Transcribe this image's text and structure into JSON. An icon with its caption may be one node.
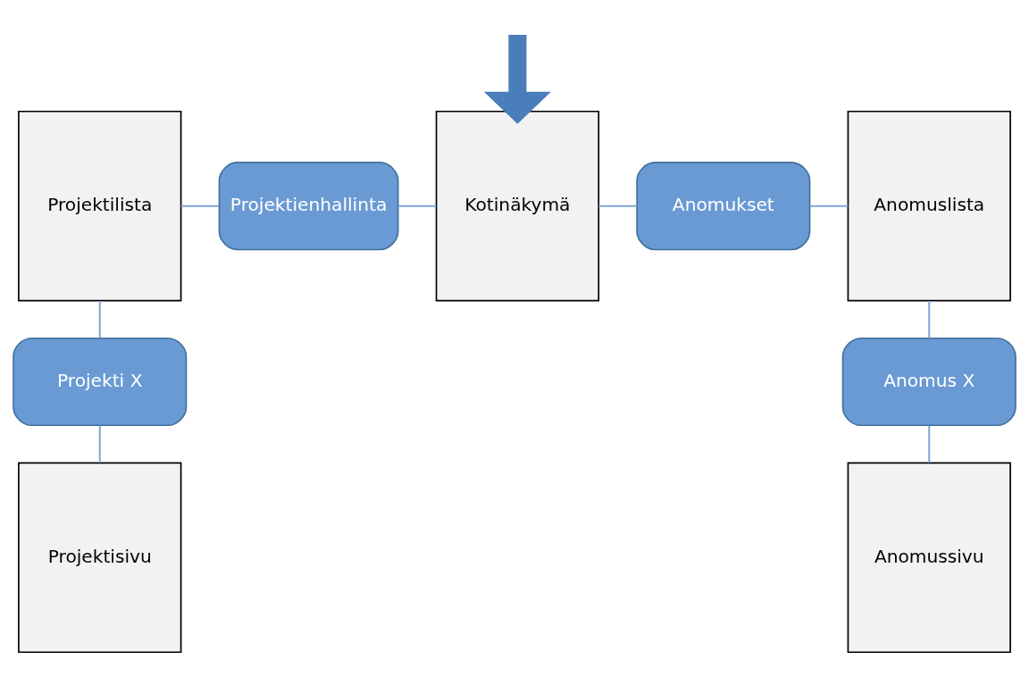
{
  "diagram": {
    "nodes": [
      {
        "text": [
          "Projektilista"
        ]
      },
      {
        "text": [
          "Projektienhallinta"
        ]
      },
      {
        "text": [
          "Kotinäkymä"
        ]
      },
      {
        "text": [
          "Anomukset"
        ]
      },
      {
        "text": [
          "Anomuslista"
        ]
      },
      {
        "text": [
          "Projekti X"
        ]
      },
      {
        "text": [
          "Projektisivu"
        ]
      },
      {
        "text": [
          "Anomus X"
        ]
      },
      {
        "text": [
          "Anomussivu"
        ]
      }
    ],
    "edges": [
      {
        "from": null,
        "to": 2,
        "arrow": "to",
        "style": "thick",
        "color": "#4a7ebb"
      },
      {
        "from": 0,
        "to": 1,
        "arrow": "none"
      },
      {
        "from": 1,
        "to": 2,
        "arrow": "none"
      },
      {
        "from": 2,
        "to": 3,
        "arrow": "none"
      },
      {
        "from": 3,
        "to": 4,
        "arrow": "none"
      },
      {
        "from": 0,
        "to": 5,
        "arrow": "none"
      },
      {
        "from": 5,
        "to": 6,
        "arrow": "none"
      },
      {
        "from": 4,
        "to": 7,
        "arrow": "none"
      },
      {
        "from": 7,
        "to": 8,
        "arrow": "none"
      }
    ]
  }
}
